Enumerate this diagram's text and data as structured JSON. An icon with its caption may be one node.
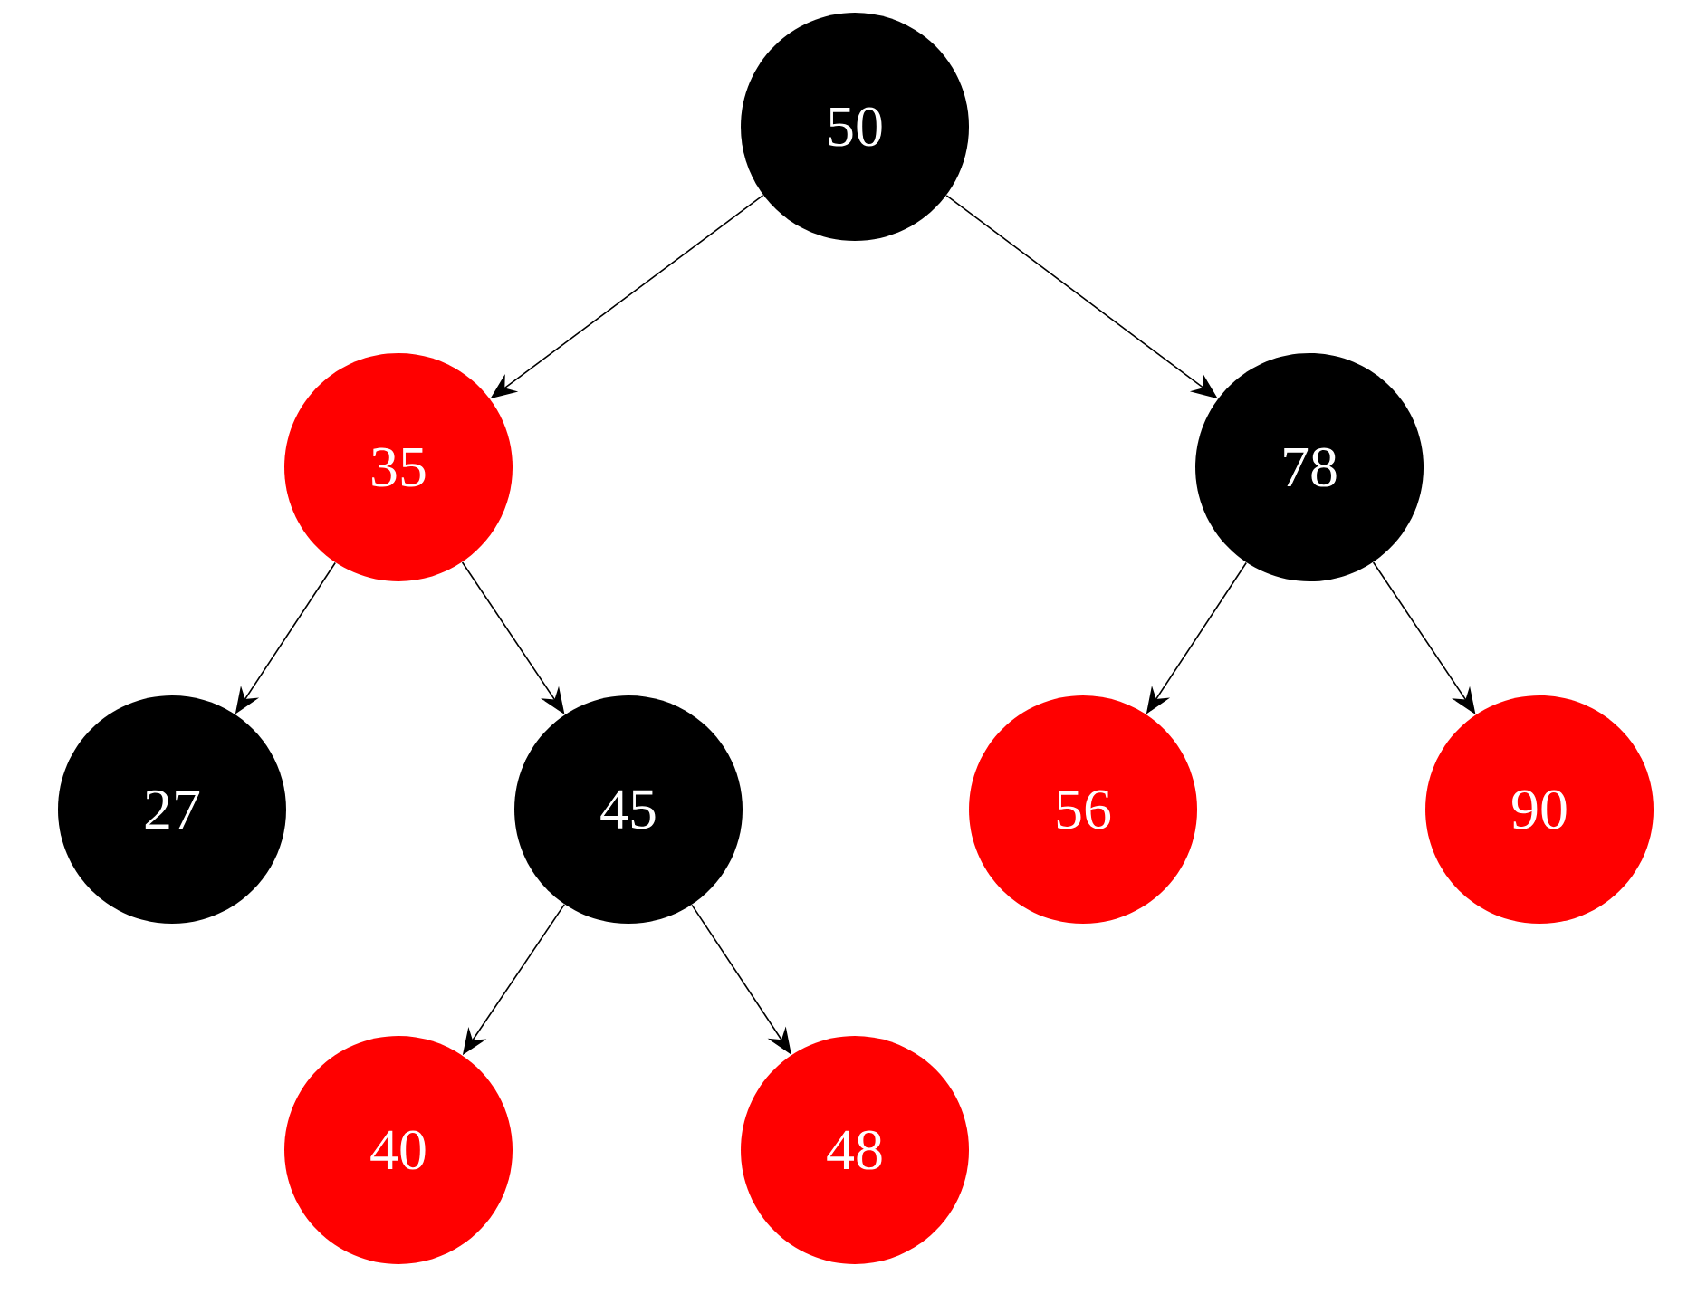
{
  "diagram": {
    "nodes": [
      {
        "text": [
          "50"
        ]
      },
      {
        "text": [
          "35"
        ]
      },
      {
        "text": [
          "78"
        ]
      },
      {
        "text": [
          "27"
        ]
      },
      {
        "text": [
          "45"
        ]
      },
      {
        "text": [
          "56"
        ]
      },
      {
        "text": [
          "90"
        ]
      },
      {
        "text": [
          "40"
        ]
      },
      {
        "text": [
          "48"
        ]
      }
    ],
    "edges": [
      {
        "from": 0,
        "to": 1,
        "arrow": "to"
      },
      {
        "from": 0,
        "to": 2,
        "arrow": "to"
      },
      {
        "from": 1,
        "to": 3,
        "arrow": "to"
      },
      {
        "from": 1,
        "to": 4,
        "arrow": "to"
      },
      {
        "from": 2,
        "to": 5,
        "arrow": "to"
      },
      {
        "from": 2,
        "to": 6,
        "arrow": "to"
      },
      {
        "from": 4,
        "to": 7,
        "arrow": "to"
      },
      {
        "from": 4,
        "to": 8,
        "arrow": "to"
      }
    ]
  }
}
